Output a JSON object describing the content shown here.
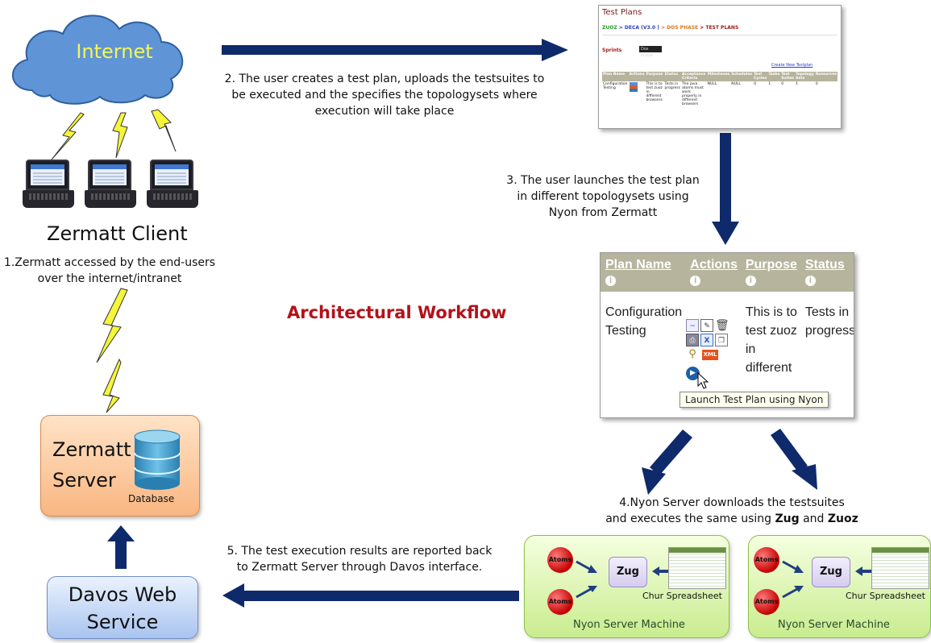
{
  "title": "Architectural Workflow",
  "internet": {
    "label": "Internet"
  },
  "client": {
    "title": "Zermatt Client",
    "step1": [
      "1.Zermatt accessed by the end-users",
      "over the internet/intranet"
    ]
  },
  "server": {
    "line1": "Zermatt",
    "line2": "Server",
    "db_label": "Database"
  },
  "davos": {
    "line1": "Davos Web",
    "line2": "Service"
  },
  "step2": [
    "2. The user creates  a test plan, uploads the testsuites to",
    "be executed and the specifies the topologysets where",
    "execution will take place"
  ],
  "step3": [
    "3. The user launches the test plan",
    "in different topologysets using",
    "Nyon from Zermatt"
  ],
  "step4": [
    "4.Nyon Server downloads the testsuites",
    "and  executes the same using ",
    "Zug",
    " and ",
    "Zuoz"
  ],
  "step5": [
    "5. The test execution results are reported back",
    "to Zermatt Server through Davos interface."
  ],
  "test_plans_shot": {
    "title": "Test Plans",
    "crumb_zuoz": "ZUOZ",
    "crumb_deca": "> DECA (V3.0 )",
    "crumb_dos": "> DOS PHASE",
    "crumb_tp": "> TEST PLANS",
    "sprints": "Sprints",
    "phase_select": "Dos Phase",
    "create_link": "Create New Testplan",
    "headers": [
      "Plan Name",
      "Actions",
      "Purpose",
      "Status",
      "Acceptance Criteria",
      "Milestones",
      "Schedules",
      "Test Cycles",
      "Tasks",
      "Test Suites",
      "Topology Sets",
      "Resources"
    ],
    "row": [
      "Configuration Testing",
      "",
      "This is to test zuoz in different browsers",
      "Tests in progress",
      "The java atoms must work properly in different browsers",
      "NULL",
      "NULL",
      "0",
      "1",
      "0",
      "1",
      "0"
    ]
  },
  "plan_shot": {
    "headers": [
      "Plan Name",
      "Actions",
      "Purpose",
      "Status"
    ],
    "plan_name": [
      "Configuration",
      "Testing"
    ],
    "purpose": [
      "This is to",
      "test zuoz",
      "in",
      "different"
    ],
    "status": [
      "Tests in",
      "progress"
    ],
    "xml_icon": "XML",
    "tooltip": "Launch Test Plan using Nyon"
  },
  "nyon_left": {
    "atom1": "Atoms",
    "atom2": "Atoms",
    "zug": "Zug",
    "sheet_label": "Chur Spreadsheet",
    "machine": "Nyon Server Machine"
  },
  "nyon_right": {
    "atom1": "Atoms",
    "atom2": "Atoms",
    "zug": "Zug",
    "sheet_label": "Chur Spreadsheet",
    "machine": "Nyon Server Machine"
  },
  "colors": {
    "arrow": "#0f2a6b",
    "title": "#b3121a",
    "lightning": "#f5f53a",
    "cloud": "#5f95d6"
  },
  "icons": [
    "cloud-icon",
    "lightning-icon",
    "laptop-icon",
    "database-icon",
    "arrow-icon",
    "atom-icon",
    "spreadsheet-icon",
    "play-icon"
  ]
}
